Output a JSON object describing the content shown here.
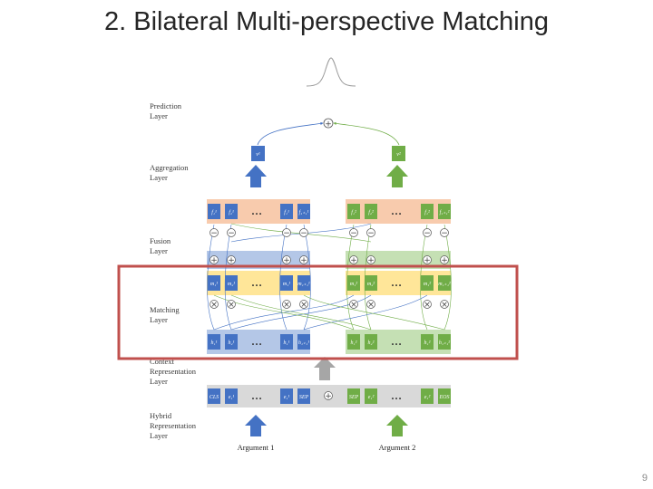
{
  "slide": {
    "title": "2. Bilateral Multi-perspective Matching",
    "page_number": "9"
  },
  "layers": {
    "prediction": [
      "Prediction",
      "Layer"
    ],
    "aggregation": [
      "Aggregation",
      "Layer"
    ],
    "fusion": [
      "Fusion",
      "Layer"
    ],
    "matching": [
      "Matching",
      "Layer"
    ],
    "context": [
      "Context",
      "Representation",
      "Layer"
    ],
    "hybrid": [
      "Hybrid",
      "Representation",
      "Layer"
    ]
  },
  "arguments": {
    "left": "Argument 1",
    "right": "Argument 2"
  },
  "cells": {
    "aggregation_left": "v¹",
    "aggregation_right": "v²",
    "fusion_left": [
      "f₁¹",
      "f₂¹",
      "f₁¹",
      "f₁₊₁¹"
    ],
    "fusion_right": [
      "f₁²",
      "f₂²",
      "f₁²",
      "f₁₊₁²"
    ],
    "matching_left": [
      "m₁¹",
      "m₂¹",
      "m₁¹",
      "m₁₊₁¹"
    ],
    "matching_right": [
      "m₁²",
      "m₂²",
      "m₁²",
      "m₁₊₁²"
    ],
    "context_left": [
      "h₁¹",
      "h₂¹",
      "h₁¹",
      "h₁₊₁¹"
    ],
    "context_right": [
      "h₁²",
      "h₂²",
      "h₁²",
      "h₁₊₁²"
    ],
    "hybrid": [
      "CLS",
      "e₁¹",
      "e₁¹",
      "SEP",
      "SEP",
      "e₁²",
      "e₁²",
      "EOS"
    ],
    "ellipsis": "…"
  },
  "operators": {
    "plus": "+",
    "minus": "−",
    "times": "×"
  },
  "colors": {
    "blue": "#4472c4",
    "green": "#70ad47",
    "orange_band": "#f8cbad",
    "blue_band": "#b4c7e7",
    "green_band": "#c5e0b4",
    "yellow_band": "#ffe699",
    "gray_band": "#d9d9d9",
    "gray_arrow": "#a6a6a6",
    "highlight": "#c0504d"
  }
}
